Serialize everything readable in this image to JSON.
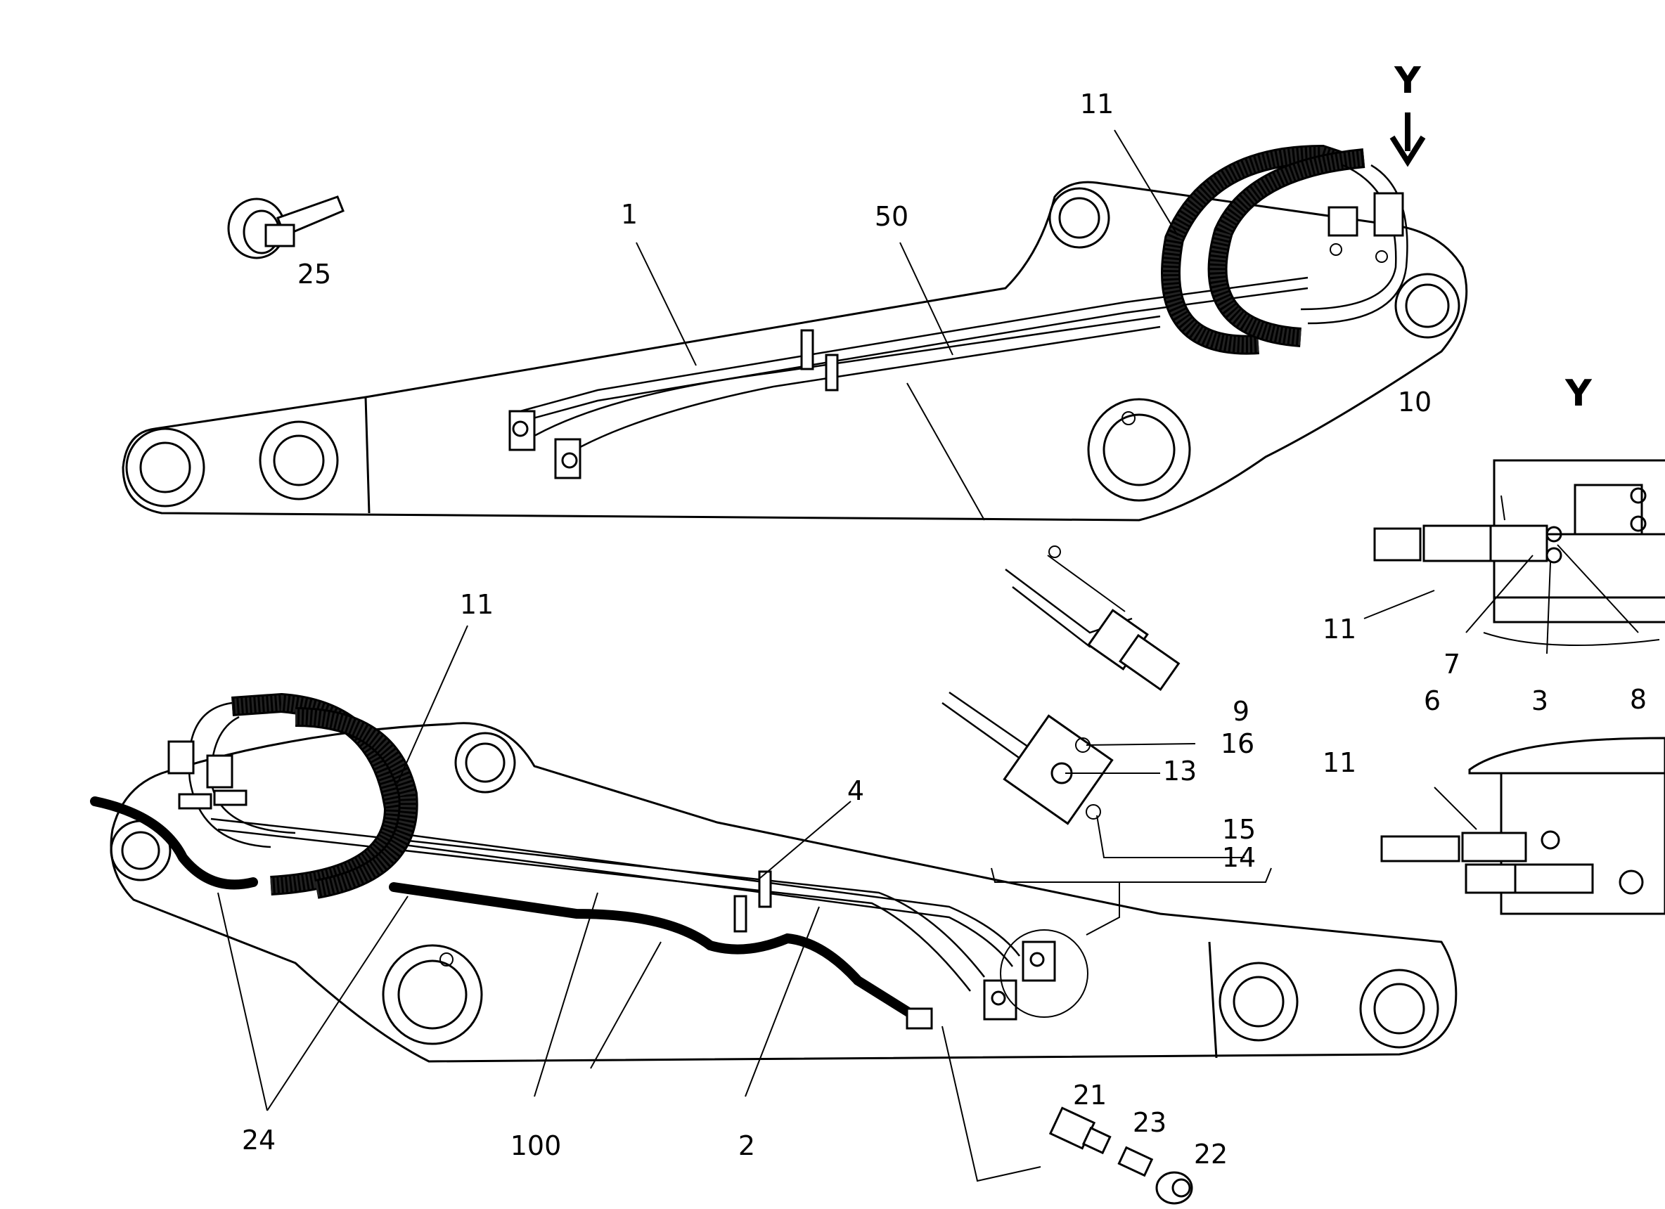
{
  "view_label": "Y",
  "upper_arm": {
    "labels": {
      "pipe": "1",
      "pipe_b": "50",
      "hose": "11",
      "strap": "25"
    }
  },
  "lower_arm": {
    "labels": {
      "hose": "11",
      "clamp": "4",
      "pipe": "2",
      "tube": "100",
      "sleeve": "24"
    }
  },
  "detail_fitting": {
    "labels": {
      "a": "9",
      "b": "16",
      "c": "13",
      "d": "15",
      "e": "14"
    }
  },
  "detail_y": {
    "labels": {
      "top": "10",
      "hose": "11",
      "b7": "7",
      "b8": "8",
      "b6": "6",
      "b3": "3",
      "hose2": "11"
    }
  },
  "fittings": {
    "labels": {
      "a": "21",
      "b": "23",
      "c": "22"
    }
  }
}
